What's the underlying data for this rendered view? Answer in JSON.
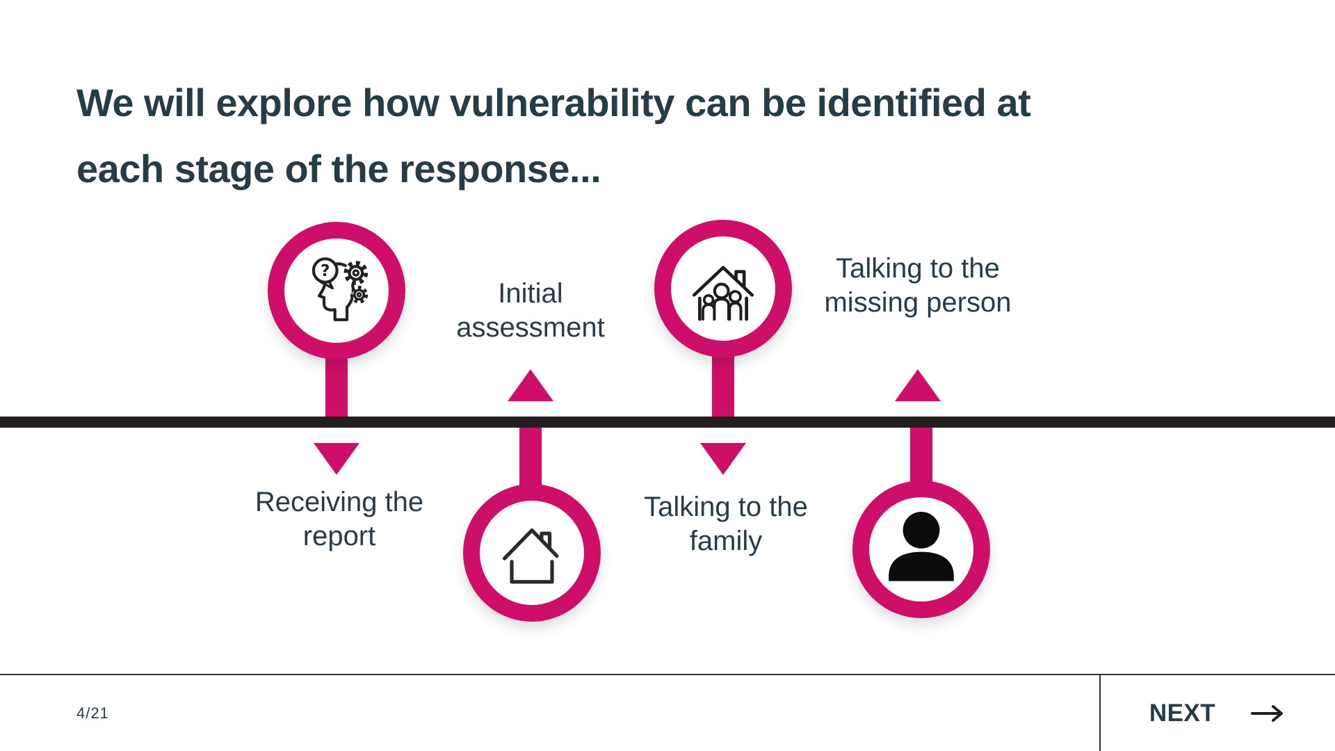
{
  "title": {
    "line1": "We will explore how vulnerability can be identified at",
    "line2": "each stage of the response..."
  },
  "timeline": {
    "stages": [
      {
        "label": "Receiving the report",
        "icon": "thinking-head-question-gears-icon",
        "marker": "arrow-down",
        "circle_position": "above-line"
      },
      {
        "label": "Initial assessment",
        "icon": "house-icon",
        "marker": "arrow-up",
        "circle_position": "below-line"
      },
      {
        "label": "Talking to the family",
        "icon": "family-in-house-icon",
        "marker": "arrow-down",
        "circle_position": "above-line"
      },
      {
        "label": "Talking to the missing person",
        "icon": "person-icon",
        "marker": "arrow-up",
        "circle_position": "below-line"
      }
    ]
  },
  "footer": {
    "page_indicator": "4/21",
    "next_label": "NEXT",
    "next_icon": "arrow-right-icon"
  },
  "colors": {
    "accent_pink": "#CE0F69",
    "timeline_black": "#231F20",
    "text_dark": "#263C46"
  }
}
